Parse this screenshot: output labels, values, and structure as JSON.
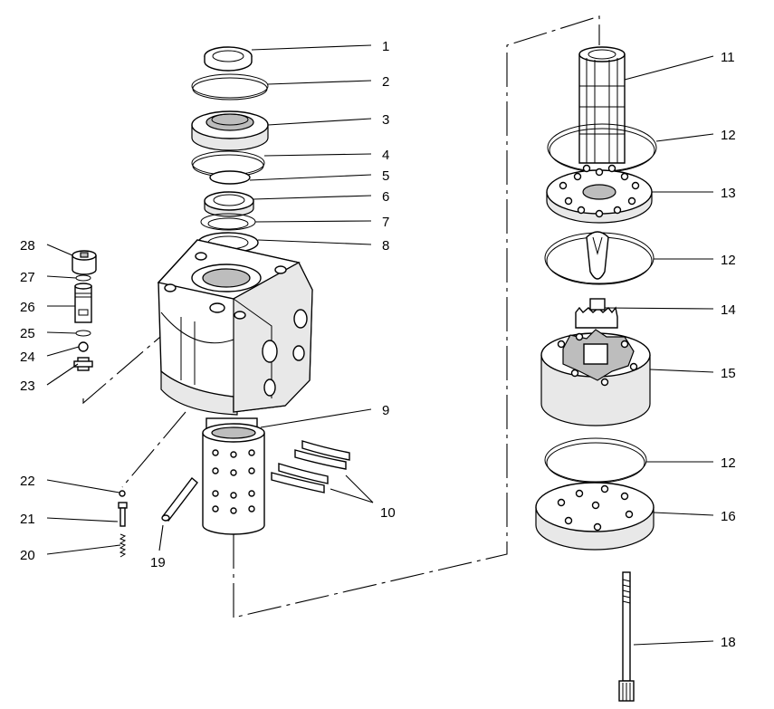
{
  "diagram": {
    "callouts": [
      "1",
      "2",
      "3",
      "4",
      "5",
      "6",
      "7",
      "8",
      "9",
      "10",
      "11",
      "12",
      "12",
      "12",
      "13",
      "14",
      "15",
      "16",
      "18",
      "19",
      "20",
      "21",
      "22",
      "23",
      "24",
      "25",
      "26",
      "27",
      "28"
    ]
  }
}
